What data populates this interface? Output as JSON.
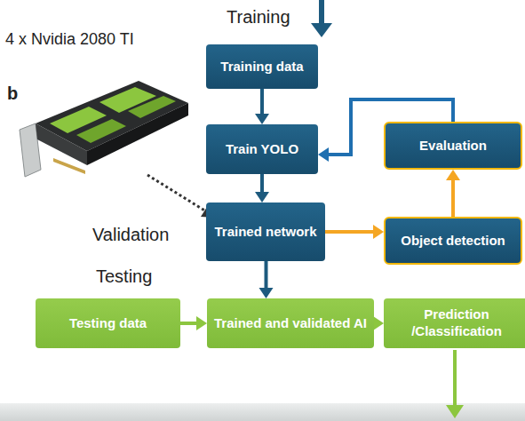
{
  "diagram": {
    "nodes": [
      {
        "text": [
          "Training data"
        ]
      },
      {
        "text": [
          "Train YOLO"
        ]
      },
      {
        "text": [
          "Evaluation"
        ]
      },
      {
        "text": [
          "Trained network"
        ]
      },
      {
        "text": [
          "Object detection"
        ]
      },
      {
        "text": [
          "Testing data"
        ]
      },
      {
        "text": [
          "Trained and validated AI"
        ]
      },
      {
        "text": [
          "Prediction /Classification"
        ]
      }
    ],
    "edges": [
      {
        "from": 0,
        "to": 1,
        "arrow": "to"
      },
      {
        "from": 1,
        "to": 3,
        "arrow": "to"
      },
      {
        "from": 3,
        "to": 4,
        "arrow": "to"
      },
      {
        "from": 4,
        "to": 2,
        "arrow": "to"
      },
      {
        "from": 2,
        "to": 1,
        "arrow": "to"
      },
      {
        "from": 3,
        "to": 6,
        "arrow": "to"
      },
      {
        "from": 5,
        "to": 6,
        "arrow": "to"
      },
      {
        "from": 6,
        "to": 7,
        "arrow": "to"
      }
    ],
    "labels": [
      "Training",
      "4 x Nvidia 2080 TI",
      "b",
      "Validation",
      "Testing"
    ]
  }
}
